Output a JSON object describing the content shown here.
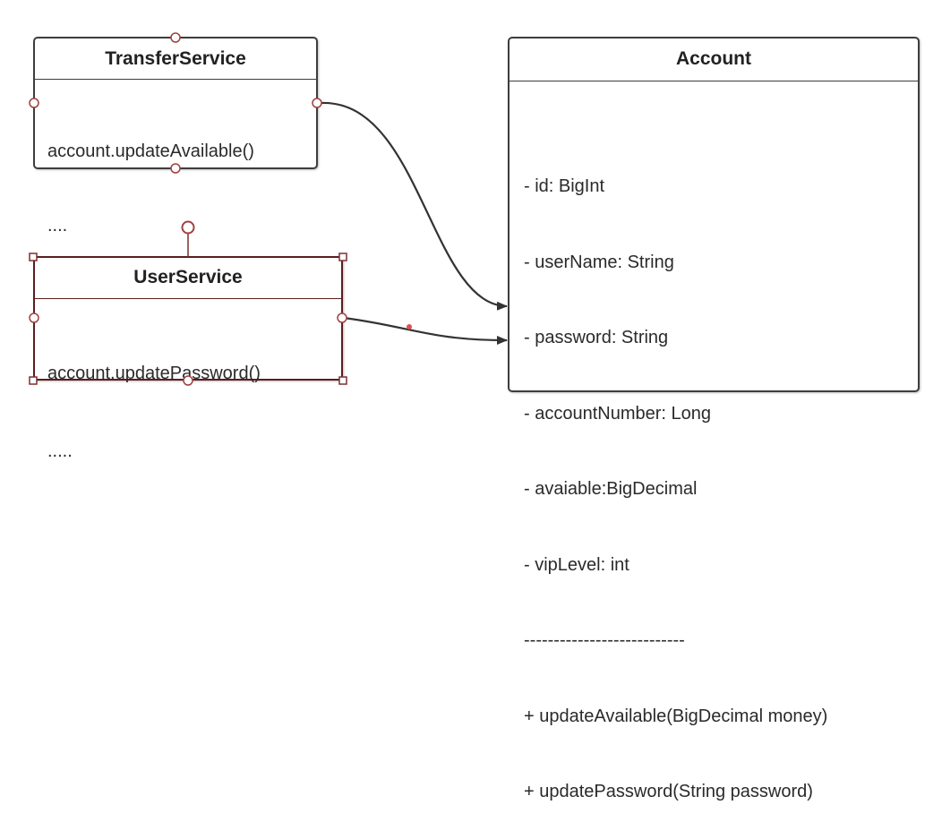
{
  "diagram": {
    "classes": {
      "transfer_service": {
        "name": "TransferService",
        "body": [
          "account.updateAvailable()",
          "...."
        ]
      },
      "user_service": {
        "name": "UserService",
        "body": [
          "account.updatePassword()",
          "....."
        ]
      },
      "account": {
        "name": "Account",
        "attributes": [
          "- id: BigInt",
          "- userName: String",
          "- password: String",
          "- accountNumber: Long",
          "- avaiable:BigDecimal",
          "- vipLevel: int"
        ],
        "separator": "---------------------------",
        "methods": [
          "+ updateAvailable(BigDecimal money)",
          "+ updatePassword(String password)"
        ]
      }
    },
    "edges": [
      {
        "from": "transfer_service",
        "to": "account",
        "style": "solid arrow"
      },
      {
        "from": "user_service",
        "to": "account",
        "style": "solid arrow"
      }
    ],
    "colors": {
      "box_border": "#3d3d3d",
      "selected_border": "#5a1f1f",
      "handle_stroke": "#a0403f",
      "connector": "#333333",
      "connector_midpoint": "#e05050"
    }
  }
}
